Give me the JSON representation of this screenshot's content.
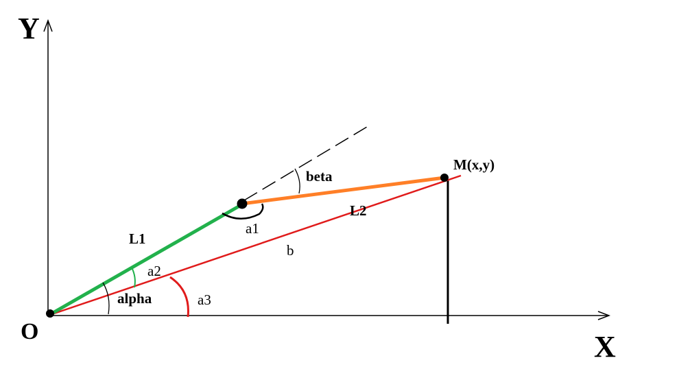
{
  "labels": {
    "y_axis": "Y",
    "x_axis": "X",
    "origin": "O",
    "point_m": "M(x,y)",
    "l1": "L1",
    "l2": "L2",
    "b": "b",
    "beta": "beta",
    "alpha": "alpha",
    "a1": "a1",
    "a2": "a2",
    "a3": "a3"
  },
  "colors": {
    "l1": "#22b14c",
    "l2": "#ff7f27",
    "b": "#e01b1b",
    "axis": "#000000",
    "a2_arc": "#22b14c",
    "a3_arc": "#e01b1b"
  }
}
